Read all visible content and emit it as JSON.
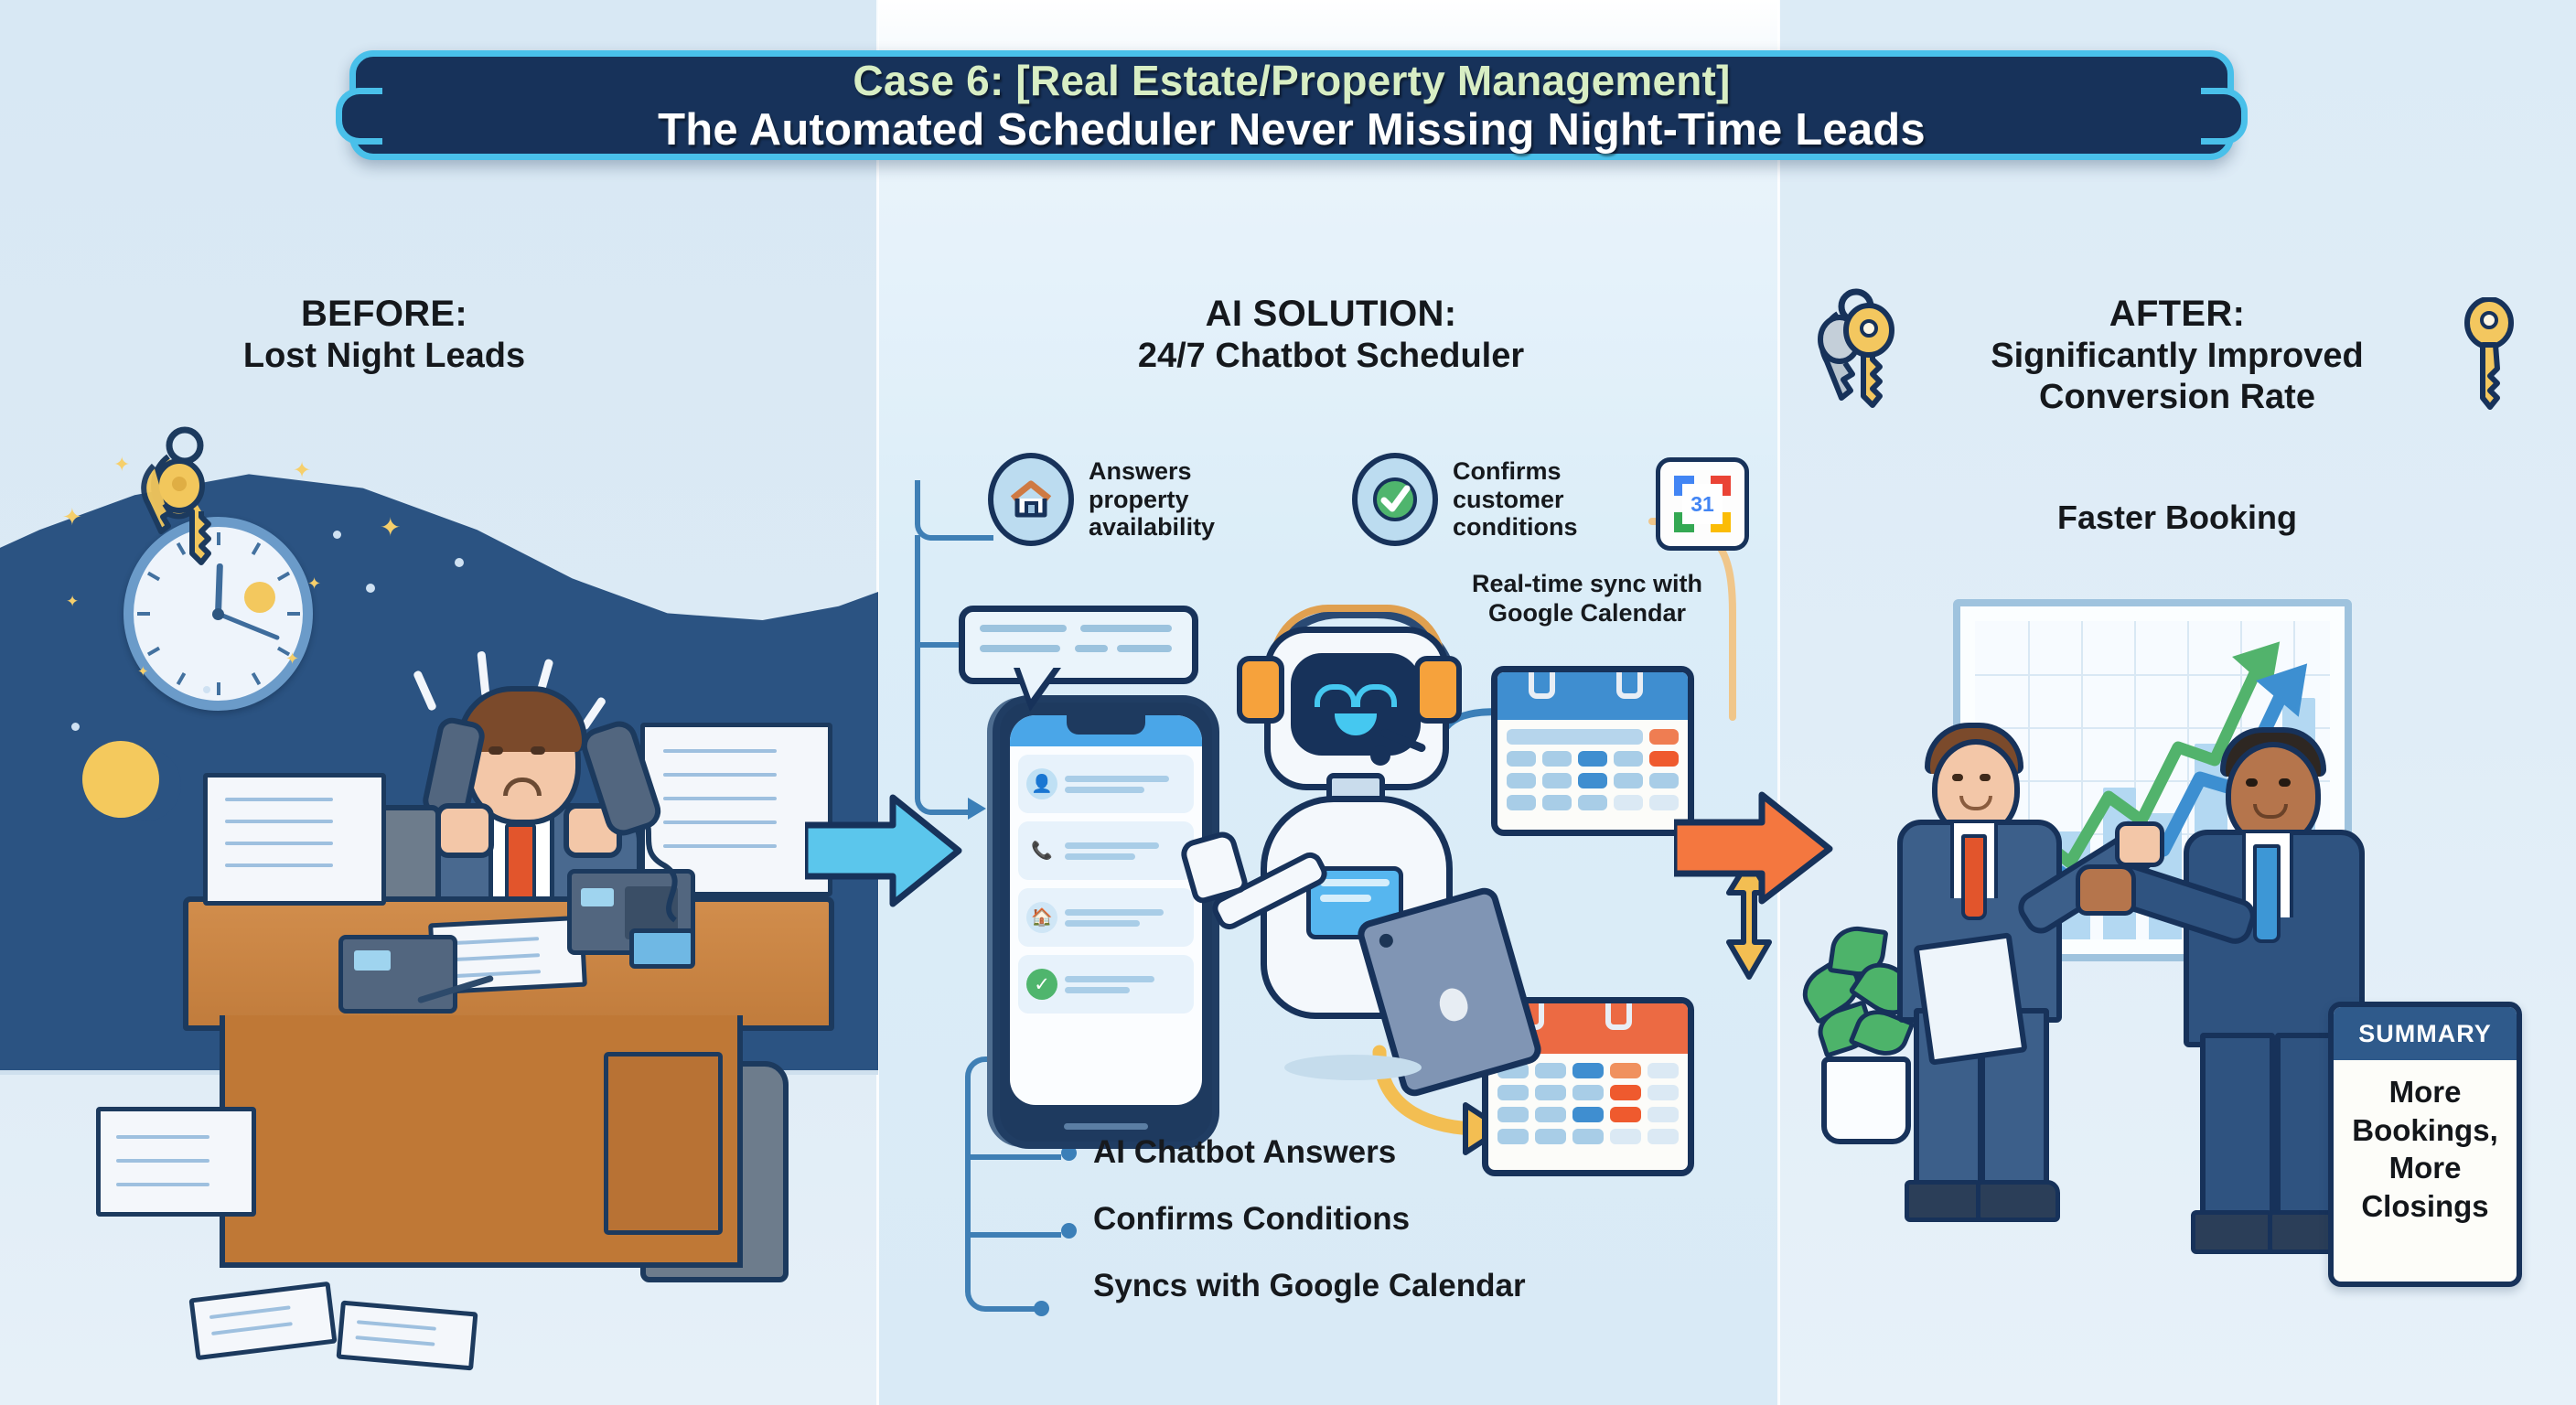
{
  "title": {
    "line1": "Case 6: [Real Estate/Property Management]",
    "line2": "The Automated Scheduler Never Missing Night-Time Leads",
    "plate_color": "#17325a",
    "border_color": "#49c0ea",
    "line1_color": "#d8eec4",
    "line2_color": "#ffffff"
  },
  "panels": {
    "before": {
      "kicker": "BEFORE:",
      "subtitle": "Lost Night Leads",
      "scene": {
        "clock_icon": "wall-clock-icon",
        "moon_icon": "crescent-moon-icon",
        "keys_icon": "house-keys-icon",
        "person": "stressed-agent",
        "desk_items": [
          "papers",
          "desk-phone",
          "documents",
          "pen",
          "smartphone"
        ],
        "night_color": "#2b5382"
      }
    },
    "solution": {
      "kicker": "AI SOLUTION:",
      "subtitle": "24/7 Chatbot Scheduler",
      "features": [
        {
          "icon": "home-icon",
          "label": "Answers\nproperty\navailability"
        },
        {
          "icon": "check-circle-icon",
          "label": "Confirms\ncustomer\nconditions"
        }
      ],
      "feature_labels": {
        "home_l1": "Answers",
        "home_l2": "property",
        "home_l3": "availability",
        "check_l1": "Confirms",
        "check_l2": "customer",
        "check_l3": "conditions"
      },
      "gcal": {
        "icon": "google-calendar-icon",
        "day": "31"
      },
      "sync_caption_l1": "Real-time sync with",
      "sync_caption_l2": "Google Calendar",
      "robot": "ai-chatbot-robot",
      "phone": "smartphone-chat-list",
      "bullets": [
        "AI Chatbot Answers",
        "Confirms Conditions",
        "Syncs with Google Calendar"
      ]
    },
    "after": {
      "kicker": "AFTER:",
      "subtitle_l1": "Significantly Improved",
      "subtitle_l2": "Conversion Rate",
      "extra": "Faster Booking",
      "keyring_icon": "keyring-icon",
      "key_icon": "key-icon",
      "scene": {
        "chart": "growth-chart-whiteboard",
        "people": [
          "presenter-with-clipboard",
          "client-gesturing"
        ],
        "plant": "potted-plant"
      },
      "summary": {
        "header": "SUMMARY",
        "line1": "More",
        "line2": "Bookings,",
        "line3": "More",
        "line4": "Closings",
        "header_bg": "#2f5a8b"
      }
    }
  },
  "flow": {
    "arrow_before_to_solution": {
      "name": "blue-flow-arrow",
      "color": "#5bc6ec"
    },
    "arrow_solution_to_after": {
      "name": "orange-flow-arrow",
      "color": "#f4733c"
    },
    "sync_arrow": {
      "name": "bidirectional-sync-arrow",
      "color": "#f1b43f"
    }
  },
  "chart_data": {
    "type": "line",
    "title": "Growth trend on whiteboard",
    "series": [
      {
        "name": "green-trend-arrow",
        "color": "#52b36c",
        "values": [
          12,
          22,
          18,
          34,
          46,
          58,
          72,
          88
        ]
      },
      {
        "name": "blue-trend-arrow",
        "color": "#3d8fd1",
        "values": [
          8,
          14,
          12,
          26,
          36,
          50,
          66,
          84
        ]
      }
    ],
    "bars": {
      "name": "blue-bars",
      "color": "#b3d8f2",
      "values": [
        20,
        34,
        48,
        40,
        62,
        56,
        78,
        70
      ]
    },
    "x": [
      1,
      2,
      3,
      4,
      5,
      6,
      7,
      8
    ],
    "grid": true,
    "legend": "none",
    "ylim": [
      0,
      100
    ]
  }
}
